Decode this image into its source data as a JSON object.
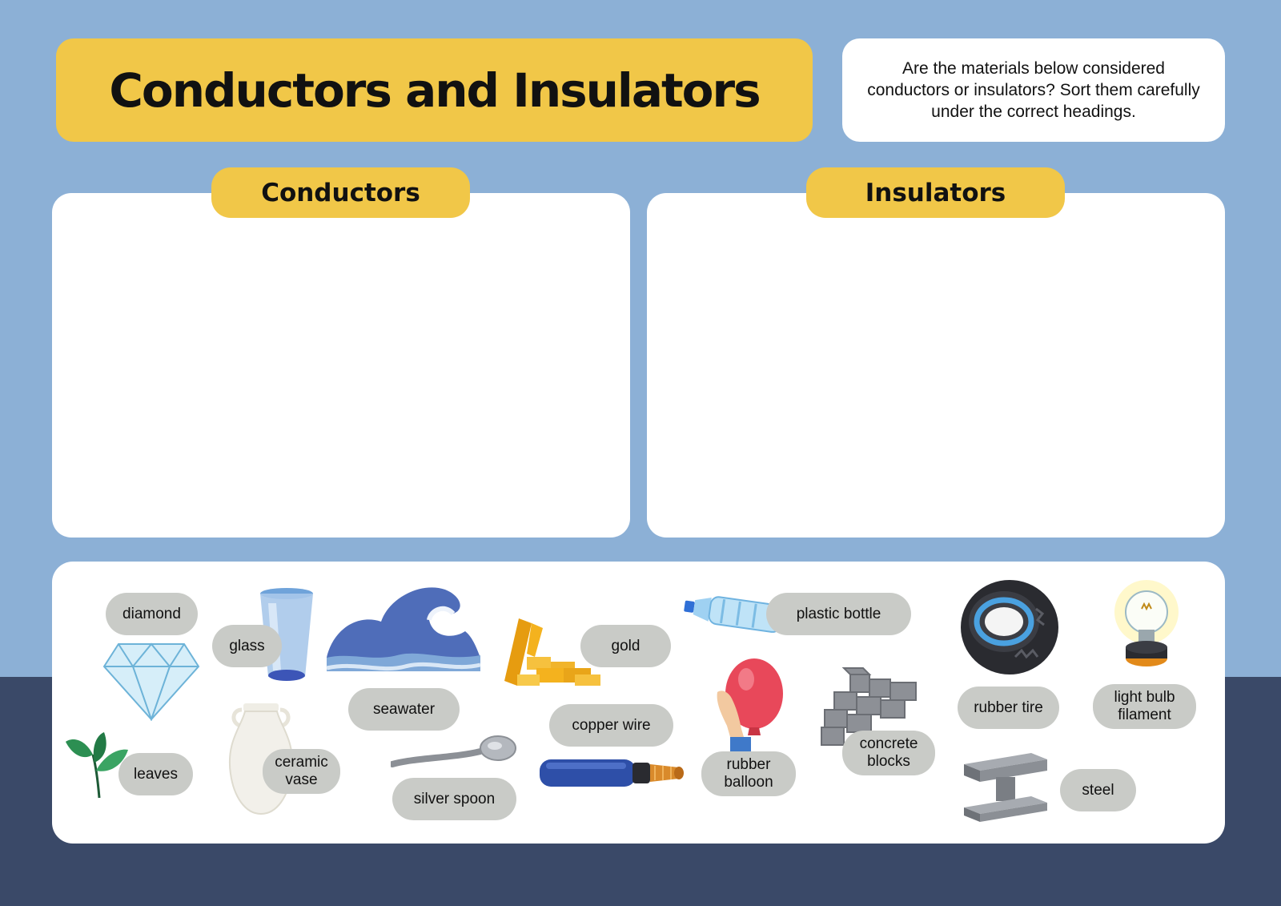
{
  "title": "Conductors and Insulators",
  "instructions": "Are the materials below considered conductors or insulators? Sort them carefully under the correct headings.",
  "headings": {
    "conductors": "Conductors",
    "insulators": "Insulators"
  },
  "materials": {
    "diamond": "diamond",
    "glass": "glass",
    "seawater": "seawater",
    "gold": "gold",
    "plastic_bottle": "plastic bottle",
    "rubber_tire": "rubber tire",
    "light_bulb_filament": "light bulb filament",
    "leaves": "leaves",
    "ceramic_vase": "ceramic vase",
    "silver_spoon": "silver spoon",
    "copper_wire": "copper wire",
    "rubber_balloon": "rubber balloon",
    "concrete_blocks": "concrete blocks",
    "steel": "steel"
  },
  "colors": {
    "sky_blue": "#8cb0d6",
    "navy": "#3a4968",
    "yellow": "#f1c748",
    "label_gray": "#c9cbc7"
  },
  "icons": [
    "diamond-icon",
    "glass-icon",
    "wave-icon",
    "gold-bars-icon",
    "plastic-bottle-icon",
    "tire-icon",
    "light-bulb-icon",
    "leaves-icon",
    "vase-icon",
    "spoon-icon",
    "copper-wire-icon",
    "balloon-icon",
    "concrete-blocks-icon",
    "steel-beam-icon"
  ]
}
